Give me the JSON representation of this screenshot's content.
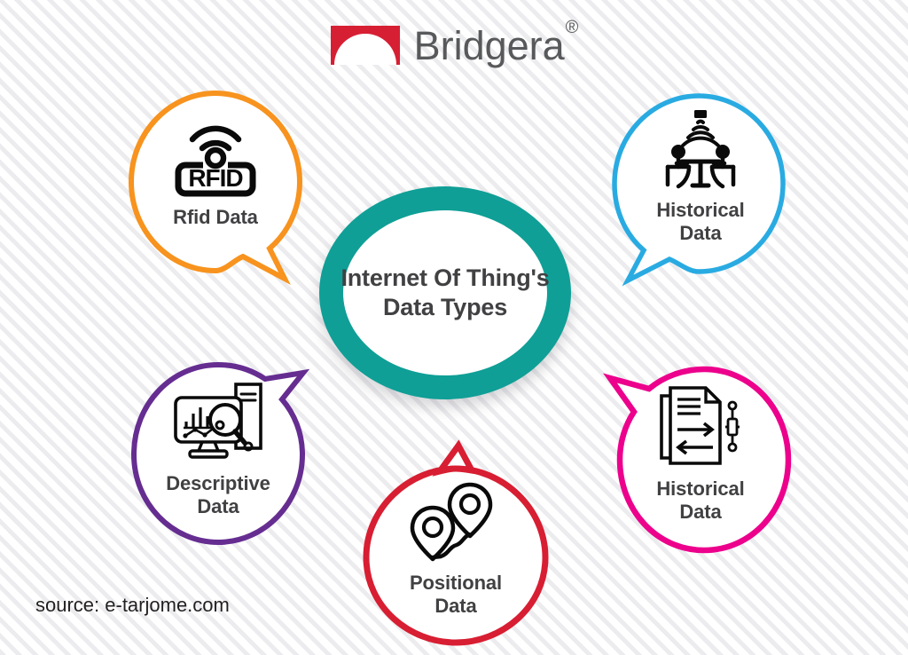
{
  "brand": {
    "name": "Bridgera",
    "registered_mark": "®",
    "logo_icon": "bridge-arch-logo-icon",
    "logo_color": "#d71f34",
    "text_color": "#58595b"
  },
  "hub": {
    "title_lines": "Internet Of\nThing's\nData Types",
    "ring_color": "#0f9f96",
    "fill_color": "#ffffff",
    "text_color": "#414042"
  },
  "bubbles": [
    {
      "id": "rfid",
      "label": "Rfid Data",
      "color": "#f7931e",
      "icon": "rfid-tag-icon",
      "tail_direction": "bottom-right"
    },
    {
      "id": "historical",
      "label": "Historical\nData",
      "color": "#29abe2",
      "icon": "people-at-table-sensor-icon",
      "tail_direction": "bottom-left"
    },
    {
      "id": "descriptive",
      "label": "Descriptive\nData",
      "color": "#662d91",
      "icon": "monitor-chart-magnifier-icon",
      "tail_direction": "top-right"
    },
    {
      "id": "records",
      "label": "Historical\nData",
      "color": "#ec008c",
      "icon": "document-exchange-icon",
      "tail_direction": "top-left"
    },
    {
      "id": "positional",
      "label": "Positional\nData",
      "color": "#d81e32",
      "icon": "map-pins-route-icon",
      "tail_direction": "top"
    }
  ],
  "source": {
    "text": "source: e-tarjome.com"
  },
  "background": {
    "base_color": "#ffffff",
    "pattern": "diagonal-dashes",
    "pattern_color": "#dddde2"
  }
}
